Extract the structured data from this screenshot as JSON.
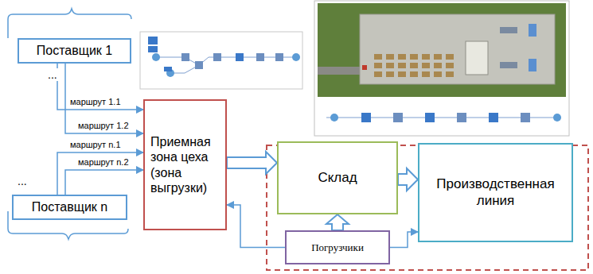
{
  "diagram": {
    "nodes": [
      {
        "text": [
          "Поставщик 1"
        ]
      },
      {
        "text": [
          "Поставщик n"
        ]
      },
      {
        "text": [
          "Приемная зона цеха (зона выгрузки)"
        ]
      },
      {
        "text": [
          "Склад"
        ]
      },
      {
        "text": [
          "Производственная линия"
        ]
      },
      {
        "text": [
          "Погрузчики"
        ]
      }
    ],
    "edges": [
      {
        "from": 0,
        "to": 2,
        "arrow": "to",
        "label": "маршрут 1.1"
      },
      {
        "from": 0,
        "to": 2,
        "arrow": "to",
        "label": "маршрут 1.2"
      },
      {
        "from": 1,
        "to": 2,
        "arrow": "to",
        "label": "маршрут n.1"
      },
      {
        "from": 1,
        "to": 2,
        "arrow": "to",
        "label": "маршрут n.2"
      },
      {
        "from": 2,
        "to": 3,
        "arrow": "to"
      },
      {
        "from": 3,
        "to": 4,
        "arrow": "to"
      },
      {
        "from": 5,
        "to": 3,
        "arrow": "to"
      },
      {
        "from": 5,
        "to": 2,
        "arrow": "to"
      },
      {
        "from": 5,
        "to": 4,
        "arrow": "to"
      }
    ],
    "labels": [
      "...",
      "..."
    ]
  }
}
